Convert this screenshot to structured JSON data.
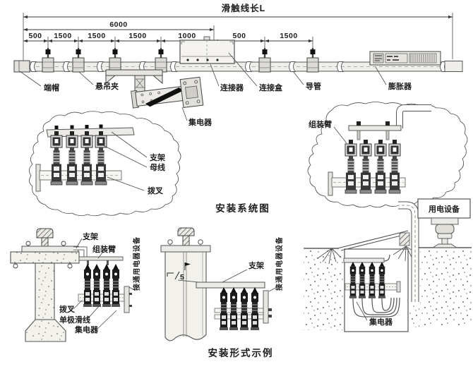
{
  "title": "滑触线长L",
  "dims": {
    "total": "6000",
    "segs": [
      "500",
      "1500",
      "1500",
      "1500",
      "1000",
      "500",
      "1500"
    ]
  },
  "rail": {
    "end_cap": "端帽",
    "suspension_clamp": "悬吊夹",
    "connector": "连接器",
    "junction_box": "连接盒",
    "conduit": "导管",
    "expander": "膨胀器",
    "collector": "集电器"
  },
  "system_view": {
    "caption": "安装系统图",
    "bracket": "支架",
    "busbar": "母线",
    "fork": "拨叉",
    "assembly_arm": "组装臂"
  },
  "examples_view": {
    "caption": "安装形式示例",
    "bracket": "支架",
    "assembly_arm": "组装臂",
    "connect_equipment": "接通用电器设备",
    "fork": "拨叉",
    "single_pole_line": "单极滑线",
    "collector": "集电器",
    "equipment": "用电设备",
    "weld_size": "5"
  }
}
